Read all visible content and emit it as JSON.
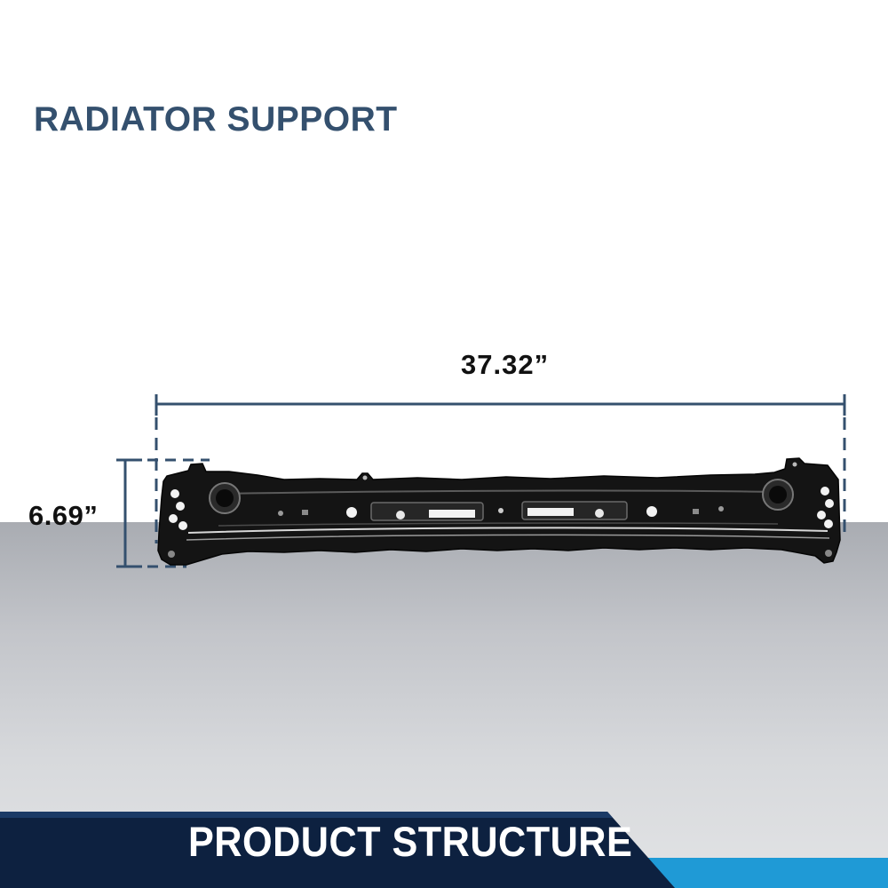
{
  "header": {
    "title": "RADIATOR SUPPORT"
  },
  "dimensions": {
    "width_label": "37.32”",
    "height_label": "6.69”"
  },
  "footer": {
    "label": "PRODUCT STRUCTURE"
  },
  "colors": {
    "title": "#34506e",
    "dimension_line": "#34506e",
    "footer_navy": "#0d2140",
    "footer_accent": "#1f9ad6",
    "part": "#111111"
  }
}
